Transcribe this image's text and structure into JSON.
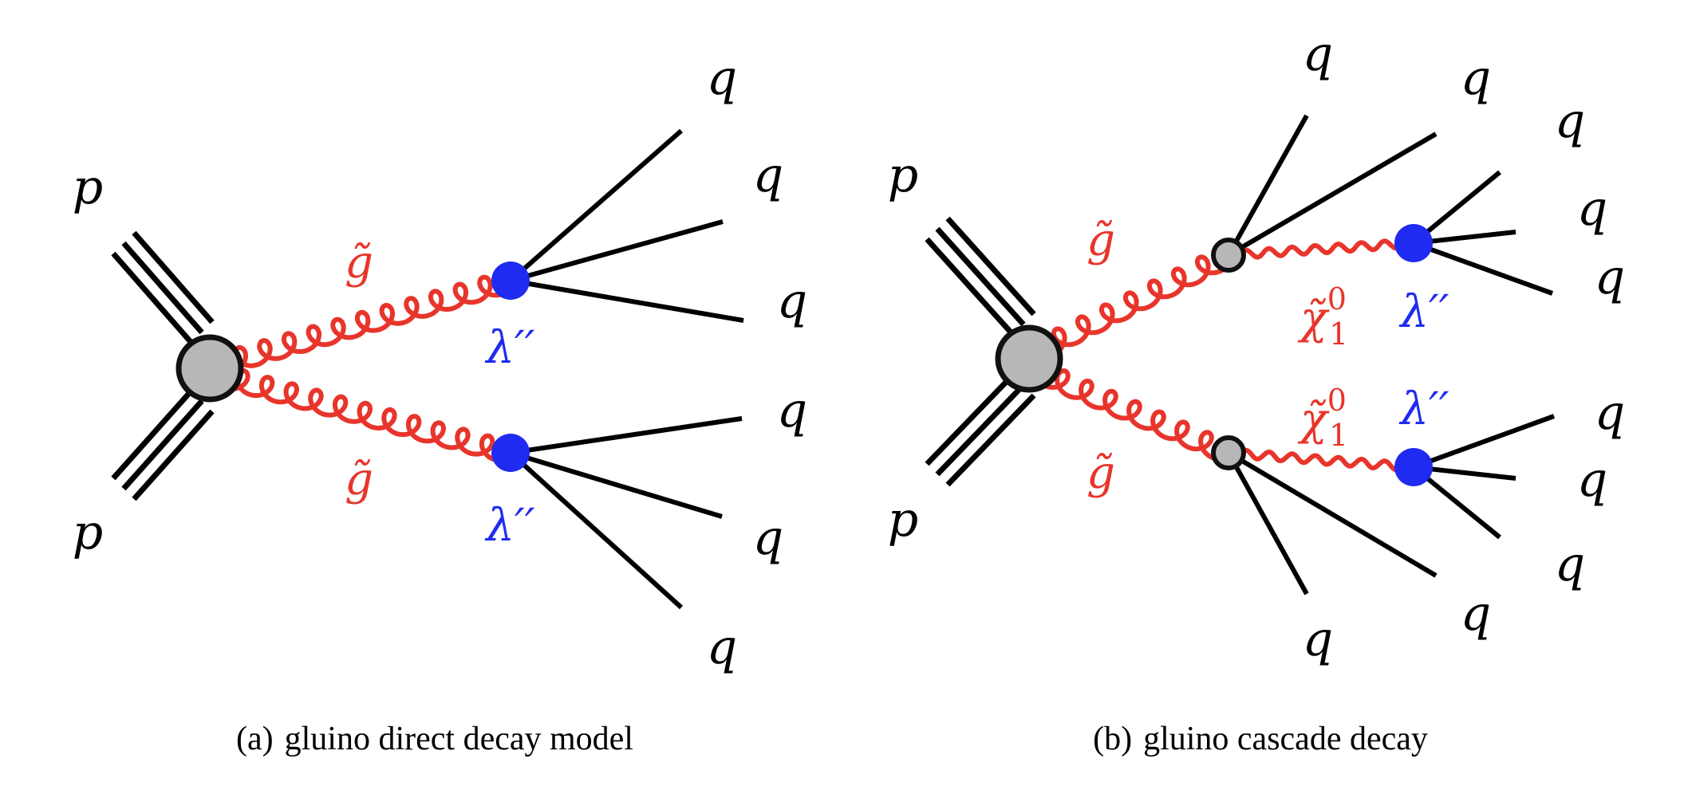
{
  "colors": {
    "quark_line": "#000000",
    "gluino": "#e8352b",
    "neutralino": "#e8352b",
    "rpv_vertex": "#1f2bf0",
    "production_blob": "#b7b7b7",
    "cascade_vertex": "#b7b7b7",
    "outline": "#111111"
  },
  "diagram_a": {
    "caption_tag": "(a)",
    "caption_text": "gluino direct decay model",
    "proton_labels": [
      "p",
      "p"
    ],
    "gluino_labels": [
      "g̃",
      "g̃"
    ],
    "coupling_labels": [
      "λ′′",
      "λ′′"
    ],
    "quark_labels": [
      "q",
      "q",
      "q",
      "q",
      "q",
      "q"
    ]
  },
  "diagram_b": {
    "caption_tag": "(b)",
    "caption_text": "gluino cascade decay",
    "proton_labels": [
      "p",
      "p"
    ],
    "gluino_labels": [
      "g̃",
      "g̃"
    ],
    "neutralino_label": "χ̃",
    "neutralino_superscript": "0",
    "neutralino_subscript": "1",
    "coupling_labels": [
      "λ′′",
      "λ′′"
    ],
    "quark_labels": [
      "q",
      "q",
      "q",
      "q",
      "q",
      "q",
      "q",
      "q",
      "q",
      "q"
    ]
  }
}
